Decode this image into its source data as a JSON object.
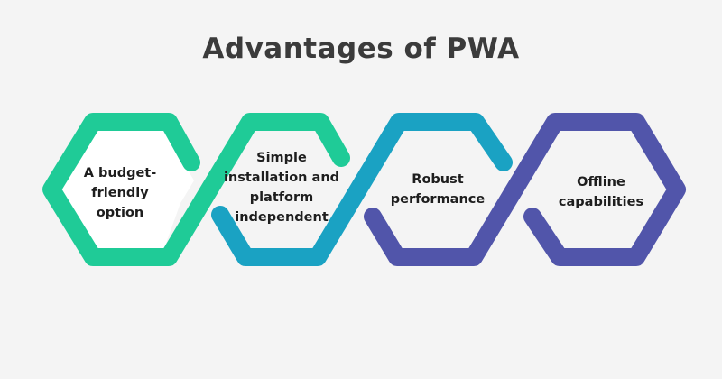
{
  "title": "Advantages of PWA",
  "colors": {
    "green": "#1fcb97",
    "teal": "#1aa2c3",
    "purple": "#5155aa",
    "fill": "#ffffff"
  },
  "items": [
    {
      "lines": [
        "A budget-",
        "friendly",
        "option"
      ]
    },
    {
      "lines": [
        "Simple",
        "installation and",
        "platform",
        "independent"
      ]
    },
    {
      "lines": [
        "Robust",
        "performance"
      ]
    },
    {
      "lines": [
        "Offline",
        "capabilities"
      ]
    }
  ]
}
